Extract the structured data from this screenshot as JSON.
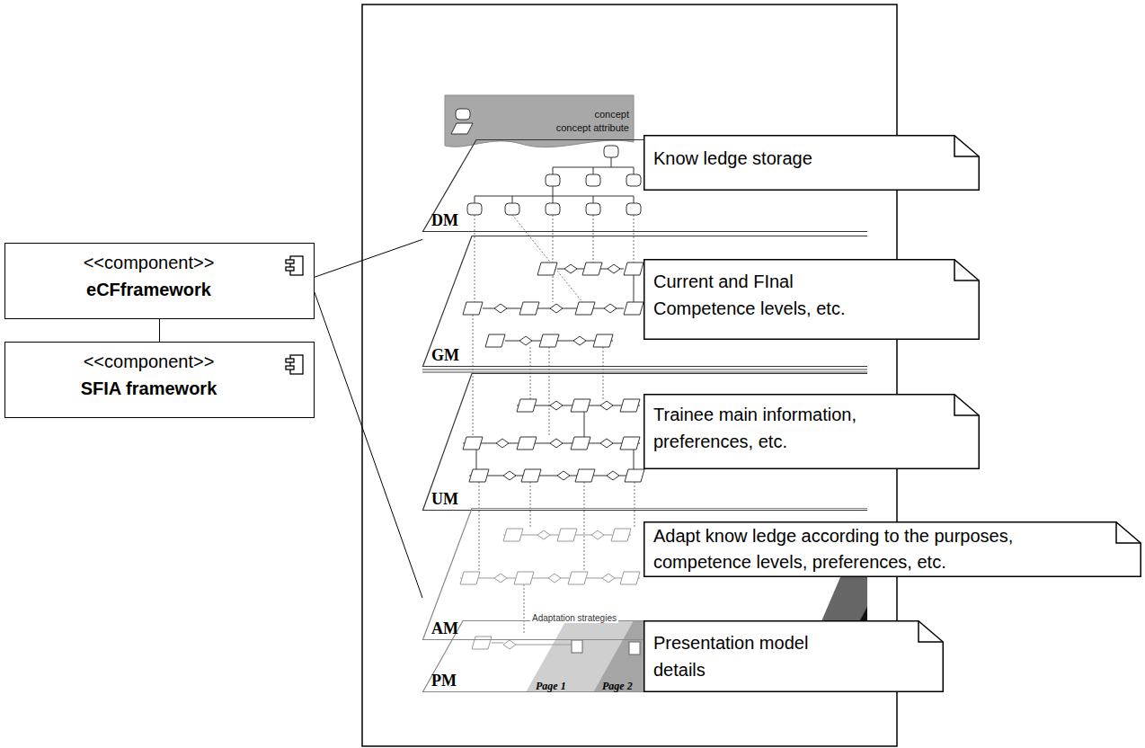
{
  "diagram": {
    "nodes": [
      {
        "text": [
          "<<component>>",
          "eCFframework"
        ]
      },
      {
        "text": [
          "<<component>>",
          "SFIA framework"
        ]
      },
      {
        "text": [
          "DM"
        ]
      },
      {
        "text": [
          "Know ledge storage"
        ]
      },
      {
        "text": [
          "GM"
        ]
      },
      {
        "text": [
          "Current and FInal Competence levels, etc."
        ]
      },
      {
        "text": [
          "UM"
        ]
      },
      {
        "text": [
          "Trainee main information, preferences, etc."
        ]
      },
      {
        "text": [
          "AM"
        ]
      },
      {
        "text": [
          "Adapt know ledge according to the purposes, competence levels, preferences, etc."
        ]
      },
      {
        "text": [
          "PM"
        ]
      },
      {
        "text": [
          "Presentation model details"
        ]
      }
    ],
    "edges": [
      {
        "from": 0,
        "to": 1,
        "arrow": "none"
      },
      {
        "from": 0,
        "to": 4,
        "arrow": "none"
      },
      {
        "from": 0,
        "to": 8,
        "arrow": "none"
      }
    ],
    "labels": [
      "Adaptation strategies",
      "Page 1",
      "Page 2"
    ],
    "legend": [
      {
        "text": "concept"
      },
      {
        "text": "concept attribute"
      }
    ]
  }
}
